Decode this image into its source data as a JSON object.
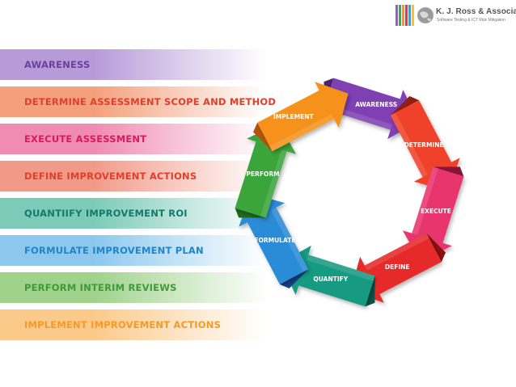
{
  "header": {
    "company": "K. J. Ross & Associates",
    "tagline": "Software Testing & ICT Risk Mitigation",
    "logo_bar_colors": [
      "#8a63c4",
      "#3aaa5a",
      "#f39a27",
      "#e2365d",
      "#2ba6d9",
      "#f7c23a"
    ]
  },
  "stages": [
    {
      "label": "AWARENESS",
      "text_color": "#6a3fa0",
      "band_color": "#b79bd9"
    },
    {
      "label": "DETERMINE ASSESSMENT SCOPE AND METHOD",
      "text_color": "#e0402b",
      "band_color": "#f4a07d"
    },
    {
      "label": "EXECUTE ASSESSMENT",
      "text_color": "#d81b60",
      "band_color": "#f08cb1"
    },
    {
      "label": "DEFINE IMPROVEMENT ACTIONS",
      "text_color": "#e0402b",
      "band_color": "#f29a88"
    },
    {
      "label": "QUANTIIFY IMPROVEMENT ROI",
      "text_color": "#157a6b",
      "band_color": "#7ccbb8"
    },
    {
      "label": "FORMULATE IMPROVEMENT PLAN",
      "text_color": "#1f86c8",
      "band_color": "#8cc8ee"
    },
    {
      "label": "PERFORM INTERIM REVIEWS",
      "text_color": "#3e9a3a",
      "band_color": "#9fd28b"
    },
    {
      "label": "IMPLEMENT IMPROVEMENT ACTIONS",
      "text_color": "#f39a27",
      "band_color": "#fbc98a"
    }
  ],
  "cycle": {
    "steps": [
      {
        "label": "AWARENESS",
        "color": "#7e3fb3",
        "dark": "#4c2170"
      },
      {
        "label": "DETERMINE",
        "color": "#f0432a",
        "dark": "#8f1f12"
      },
      {
        "label": "EXECUTE",
        "color": "#e8366d",
        "dark": "#8a1339"
      },
      {
        "label": "DEFINE",
        "color": "#e62b2b",
        "dark": "#8a1010"
      },
      {
        "label": "QUANTIFY",
        "color": "#139a82",
        "dark": "#0a5447"
      },
      {
        "label": "FORMULATE",
        "color": "#2a8bd6",
        "dark": "#163f8c"
      },
      {
        "label": "PERFORM",
        "color": "#3aa53a",
        "dark": "#1f6a1f"
      },
      {
        "label": "IMPLEMENT",
        "color": "#f6921e",
        "dark": "#b3540a"
      }
    ]
  }
}
